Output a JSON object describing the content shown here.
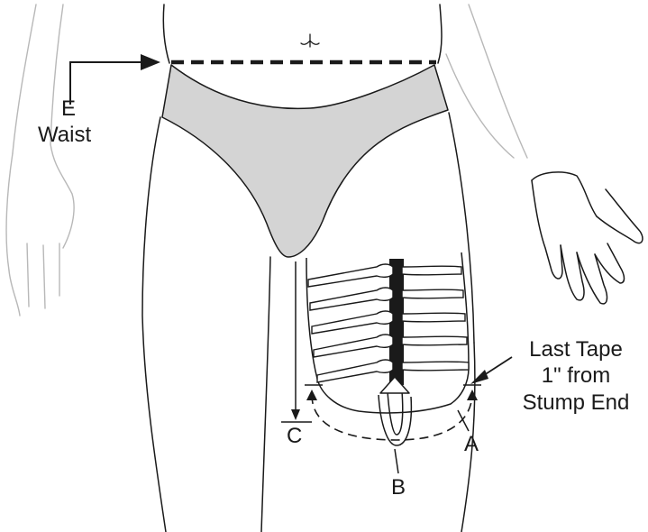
{
  "labels": {
    "e_letter": "E",
    "e_name": "Waist",
    "last_tape_line1": "Last Tape",
    "last_tape_line2": "1\" from",
    "last_tape_line3": "Stump End",
    "a": "A",
    "b": "B",
    "c": "C"
  },
  "colors": {
    "ink": "#1a1a1a",
    "faint_outline": "#b8b8b8",
    "garment_fill": "#d4d4d4",
    "tape_strip": "#1a1a1a"
  }
}
